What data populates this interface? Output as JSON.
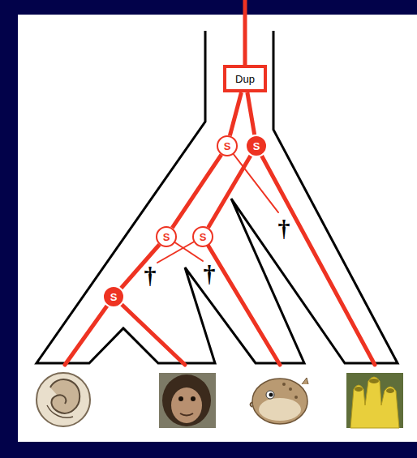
{
  "diagram": {
    "nodes": [
      {
        "text": [
          "Dup"
        ]
      },
      {
        "text": [
          "S"
        ]
      },
      {
        "text": [
          "S"
        ]
      },
      {
        "text": [
          "S"
        ]
      },
      {
        "text": [
          "S"
        ]
      },
      {
        "text": [
          "S"
        ]
      }
    ],
    "edges": [
      {
        "from": 0,
        "to": 1,
        "arrow": "none"
      },
      {
        "from": 0,
        "to": 2,
        "arrow": "none"
      },
      {
        "from": 1,
        "to": 3,
        "arrow": "none"
      },
      {
        "from": 2,
        "to": 4,
        "arrow": "none"
      },
      {
        "from": 3,
        "to": 5,
        "arrow": "none"
      }
    ],
    "labels": [
      "†",
      "†",
      "†"
    ]
  }
}
